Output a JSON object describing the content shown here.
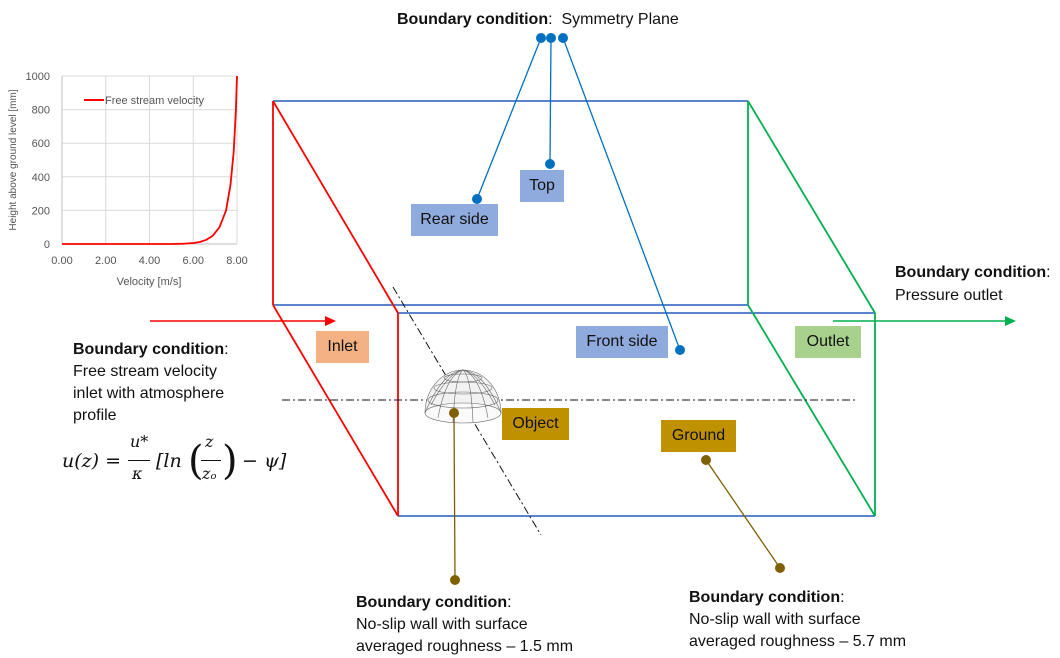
{
  "colors": {
    "blue": "#4472c4",
    "red": "#ff0000",
    "green": "#00b050",
    "marker_blue": "#0070c0",
    "marker_brown": "#7f6000",
    "label_blue": "#8faadc",
    "label_orange": "#f4b183",
    "label_green": "#a9d18e",
    "label_gold": "#bf9000"
  },
  "symmetry": {
    "title": "Boundary condition",
    "sep": ":",
    "value": "Symmetry Plane"
  },
  "outlet_bc": {
    "title": "Boundary condition",
    "sep": ":",
    "value": "Pressure outlet"
  },
  "inlet_bc": {
    "title": "Boundary condition",
    "sep": ":",
    "lines": [
      "Free stream velocity",
      "inlet with atmosphere",
      "profile"
    ]
  },
  "object_bc": {
    "title": "Boundary condition",
    "sep": ":",
    "lines": [
      "No-slip wall with surface",
      "averaged roughness – 1.5 mm"
    ]
  },
  "ground_bc": {
    "title": "Boundary condition",
    "sep": ":",
    "lines": [
      "No-slip wall with surface",
      "averaged roughness – 5.7 mm"
    ]
  },
  "labels": {
    "rear_side": "Rear side",
    "top": "Top",
    "front_side": "Front side",
    "inlet": "Inlet",
    "outlet": "Outlet",
    "object": "Object",
    "ground": "Ground"
  },
  "formula": {
    "lhs": "u(z) =",
    "num": "u*",
    "den": "κ",
    "body": "[ln",
    "frac_num": "z",
    "frac_den": "zₒ",
    "tail": "− ψ]"
  },
  "chart_data": {
    "type": "line",
    "xlabel": "Velocity [m/s]",
    "ylabel": "Height above ground level [mm]",
    "xlim": [
      0,
      8
    ],
    "ylim": [
      0,
      1000
    ],
    "xticks": [
      "0.00",
      "2.00",
      "4.00",
      "6.00",
      "8.00"
    ],
    "yticks": [
      "0",
      "200",
      "400",
      "600",
      "800",
      "1000"
    ],
    "grid": true,
    "legend_position": "top-left",
    "series": [
      {
        "name": "Free stream velocity",
        "color": "#ff0000",
        "x": [
          0.0,
          5.0,
          5.6,
          6.0,
          6.3,
          6.6,
          6.9,
          7.2,
          7.5,
          7.7,
          7.85,
          7.95,
          8.0
        ],
        "y": [
          0,
          0,
          2,
          6,
          12,
          25,
          50,
          100,
          200,
          350,
          550,
          800,
          1000
        ]
      }
    ]
  }
}
